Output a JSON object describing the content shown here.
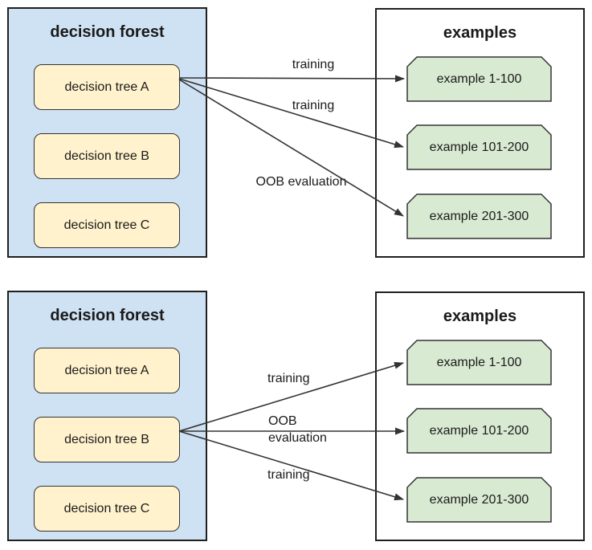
{
  "colors": {
    "forest-fill": "#cfe2f3",
    "tree-fill": "#fff2cc",
    "examples-fill": "#ffffff",
    "example-fill": "#d9ead3",
    "box-border": "#1f1f1f",
    "node-border": "#333333",
    "arrow": "#333333",
    "text": "#1a1a1a"
  },
  "diagrams": [
    {
      "forest": {
        "title": "decision forest",
        "trees": [
          {
            "label": "decision tree A"
          },
          {
            "label": "decision tree B"
          },
          {
            "label": "decision tree C"
          }
        ]
      },
      "examples": {
        "title": "examples",
        "items": [
          {
            "label": "example 1-100"
          },
          {
            "label": "example 101-200"
          },
          {
            "label": "example 201-300"
          }
        ]
      },
      "arrows": [
        {
          "from": "decision tree A",
          "to": "example 1-100",
          "label": "training"
        },
        {
          "from": "decision tree A",
          "to": "example 101-200",
          "label": "training"
        },
        {
          "from": "decision tree A",
          "to": "example 201-300",
          "label": "OOB evaluation"
        }
      ]
    },
    {
      "forest": {
        "title": "decision forest",
        "trees": [
          {
            "label": "decision tree A"
          },
          {
            "label": "decision tree B"
          },
          {
            "label": "decision tree C"
          }
        ]
      },
      "examples": {
        "title": "examples",
        "items": [
          {
            "label": "example 1-100"
          },
          {
            "label": "example 101-200"
          },
          {
            "label": "example 201-300"
          }
        ]
      },
      "arrows": [
        {
          "from": "decision tree B",
          "to": "example 1-100",
          "label": "training"
        },
        {
          "from": "decision tree B",
          "to": "example 101-200",
          "label": "OOB\nevaluation"
        },
        {
          "from": "decision tree B",
          "to": "example 201-300",
          "label": "training"
        }
      ]
    }
  ]
}
